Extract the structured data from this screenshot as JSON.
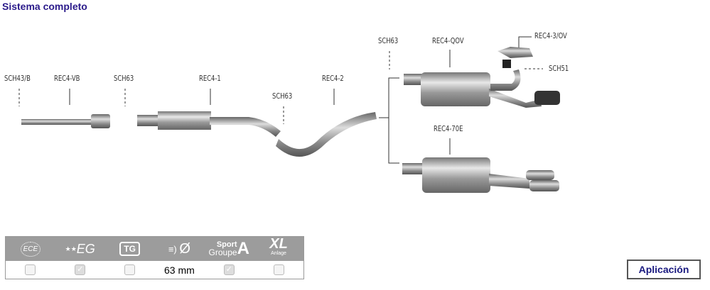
{
  "title": "Sistema completo",
  "labels": {
    "sch43b": "SCH43/B",
    "rec4vb": "REC4-VB",
    "sch63a": "SCH63",
    "rec41": "REC4-1",
    "sch63b": "SCH63",
    "rec42": "REC4-2",
    "sch63c": "SCH63",
    "rec4qov": "REC4-QOV",
    "rec43ov": "REC4-3/OV",
    "sch51": "SCH51",
    "rec470e": "REC4-70E"
  },
  "certs": {
    "headers": [
      {
        "icon": "ece-icon",
        "text": "ECE"
      },
      {
        "icon": "eg-icon",
        "text": "EG"
      },
      {
        "icon": "tg-icon",
        "text": "TG"
      },
      {
        "icon": "diameter-icon",
        "text": "Ø"
      },
      {
        "icon": "sport-groupe-a-icon",
        "top": "Sport",
        "mid": "Groupe",
        "big": "A"
      },
      {
        "icon": "xl-anlage-icon",
        "big": "XL",
        "small": "Anlage"
      }
    ],
    "values": [
      false,
      true,
      false,
      "63 mm",
      true,
      false
    ]
  },
  "button": "Aplicación"
}
